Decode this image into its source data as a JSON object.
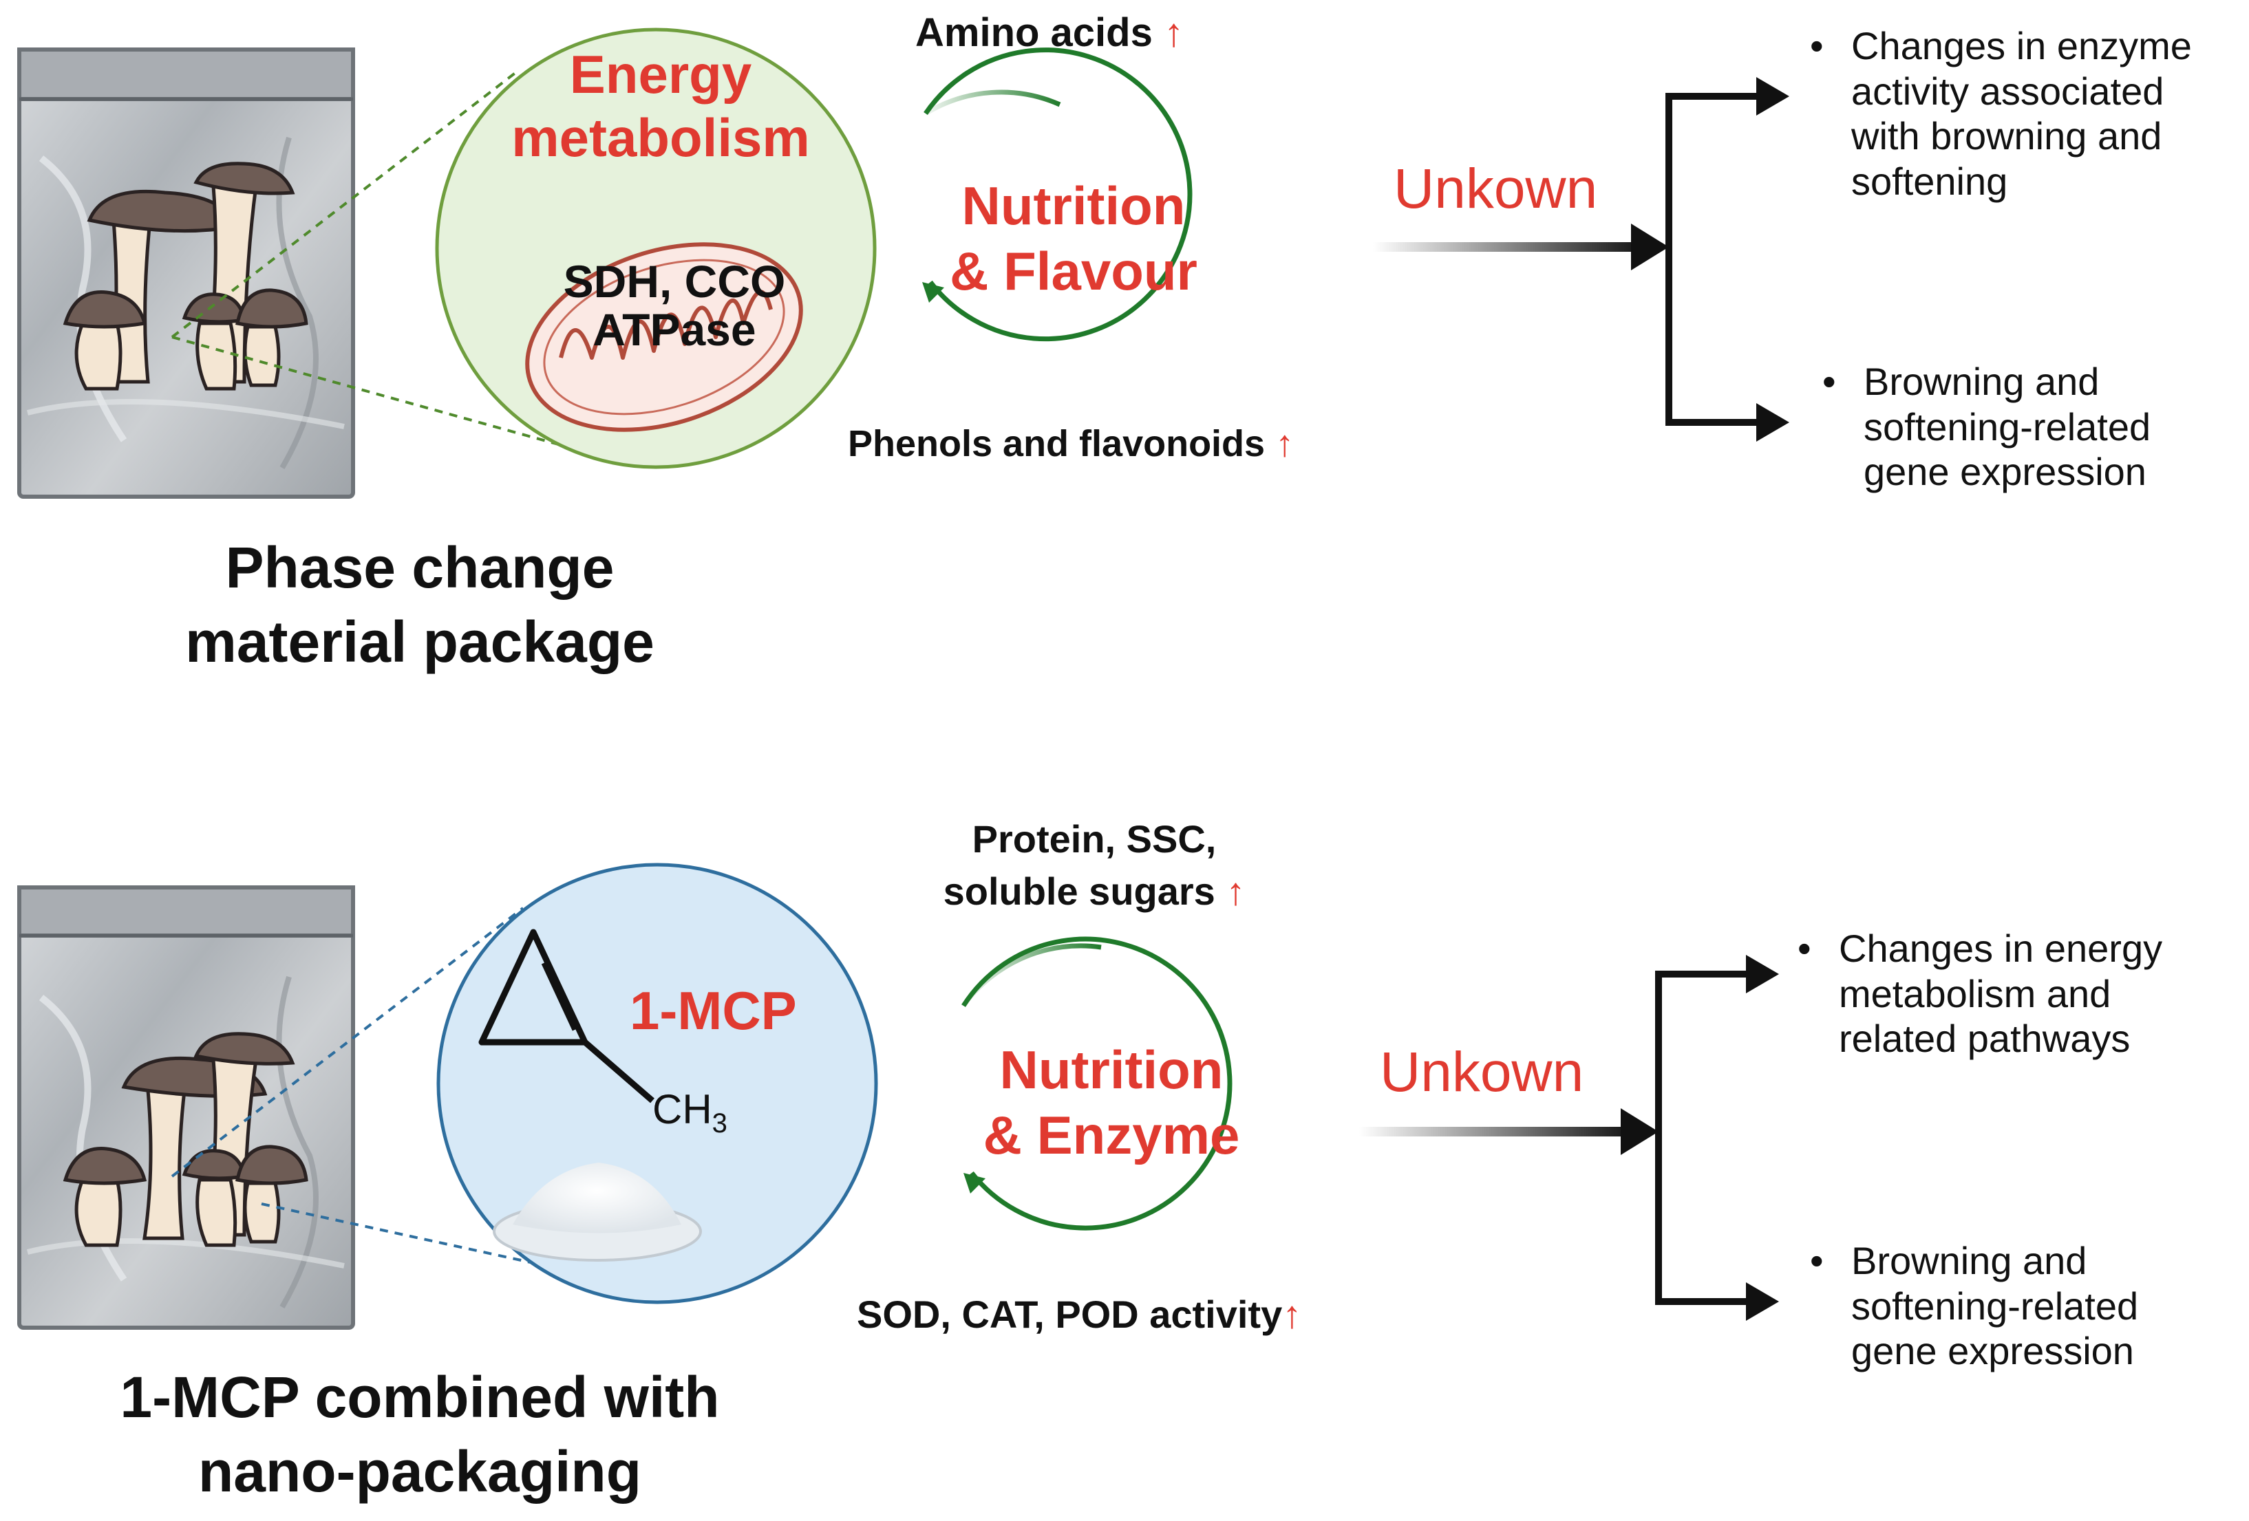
{
  "panels": [
    {
      "package_caption_line1": "Phase change",
      "package_caption_line2": "material package",
      "circle_title_line1": "Energy",
      "circle_title_line2": "metabolism",
      "enzymes_line1": "SDH, CCO",
      "enzymes_line2": "ATPase",
      "cycle_label_line1": "Nutrition",
      "cycle_label_line2": "& Flavour",
      "top_annotation": "Amino acids",
      "bottom_annotation": "Phenols and flavonoids",
      "up_arrow": "↑",
      "unknown_label": "Unkown",
      "outcome_top": [
        "Changes in enzyme",
        "activity associated",
        "with browning and",
        "softening"
      ],
      "outcome_bottom": [
        "Browning and",
        "softening-related",
        "gene expression"
      ]
    },
    {
      "package_caption_line1": "1-MCP combined with",
      "package_caption_line2": "nano-packaging",
      "circle_title": "1-MCP",
      "formula_ch": "CH",
      "formula_sub": "3",
      "cycle_label_line1": "Nutrition",
      "cycle_label_line2": "& Enzyme",
      "top_annotation_line1": "Protein, SSC,",
      "top_annotation_line2": "soluble sugars",
      "bottom_annotation": "SOD, CAT, POD activity",
      "up_arrow": "↑",
      "unknown_label": "Unkown",
      "outcome_top": [
        "Changes in energy",
        "metabolism and",
        "related pathways"
      ],
      "outcome_bottom": [
        "Browning and",
        "softening-related",
        "gene expression"
      ]
    }
  ],
  "bullet_char": "•",
  "colors": {
    "accent_red": "#e03a30",
    "green_circle_fill": "#e6f2dc",
    "green_circle_stroke": "#6f9e3e",
    "blue_circle_fill": "#d7e9f7",
    "blue_circle_stroke": "#2e6e9e",
    "cycle_green": "#1f7a2a",
    "mitochondria_stroke": "#b14a3a",
    "bag_fill": "#bfc3c8",
    "mushroom_cap": "#6e5c55",
    "mushroom_stem": "#f4e6d3"
  }
}
